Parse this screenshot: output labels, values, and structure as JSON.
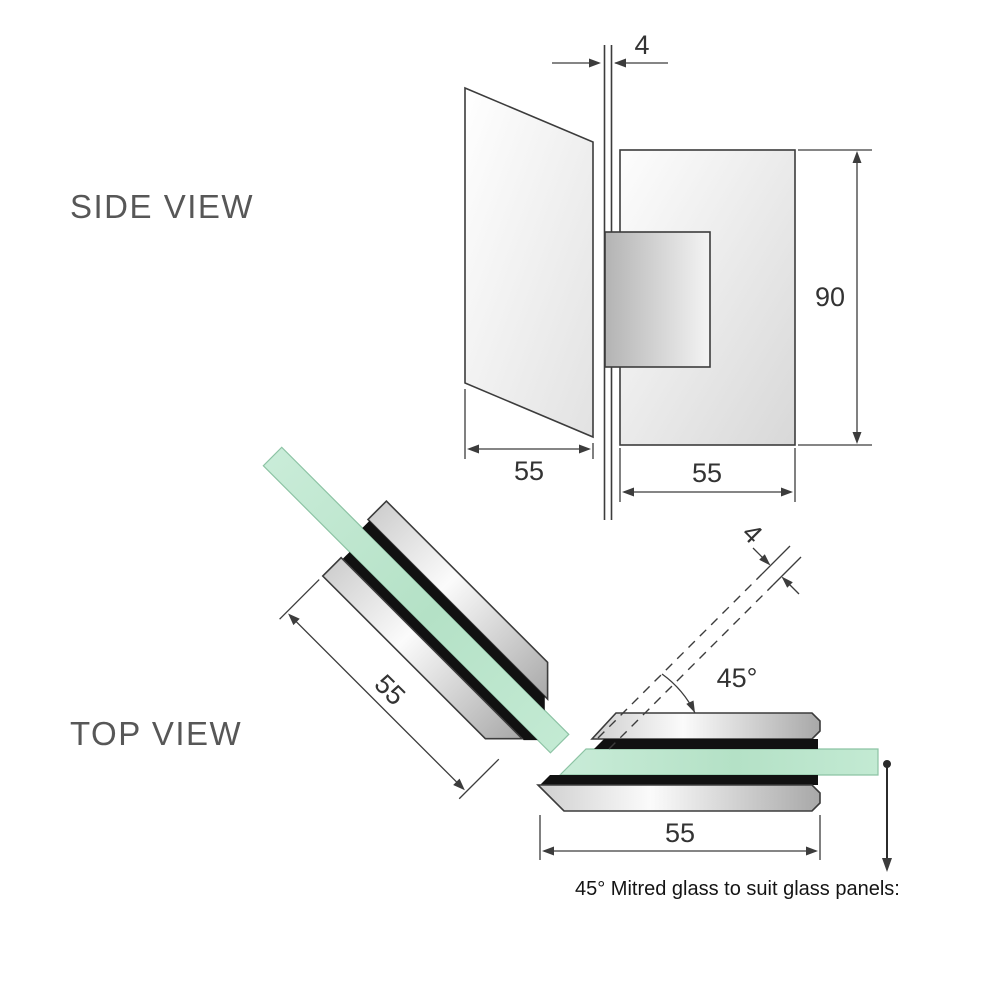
{
  "side_view": {
    "title": "SIDE VIEW",
    "dim_gap": "4",
    "dim_height": "90",
    "dim_panel_width": "55",
    "dim_bracket_width": "55"
  },
  "top_view": {
    "title": "TOP VIEW",
    "dim_diagonal": "55",
    "dim_gap": "4",
    "dim_angle": "45°",
    "dim_horizontal": "55",
    "caption": "45° Mitred glass to suit glass panels:"
  },
  "colors": {
    "line": "#3c3c3c",
    "dimension_text": "#333333",
    "view_label_text": "#575757",
    "glass_green": "#b4e1c6",
    "metal_light": "#fbfbfb",
    "metal_dark": "#a8a8a8",
    "rubber_strip": "#111111",
    "background": "#ffffff"
  }
}
